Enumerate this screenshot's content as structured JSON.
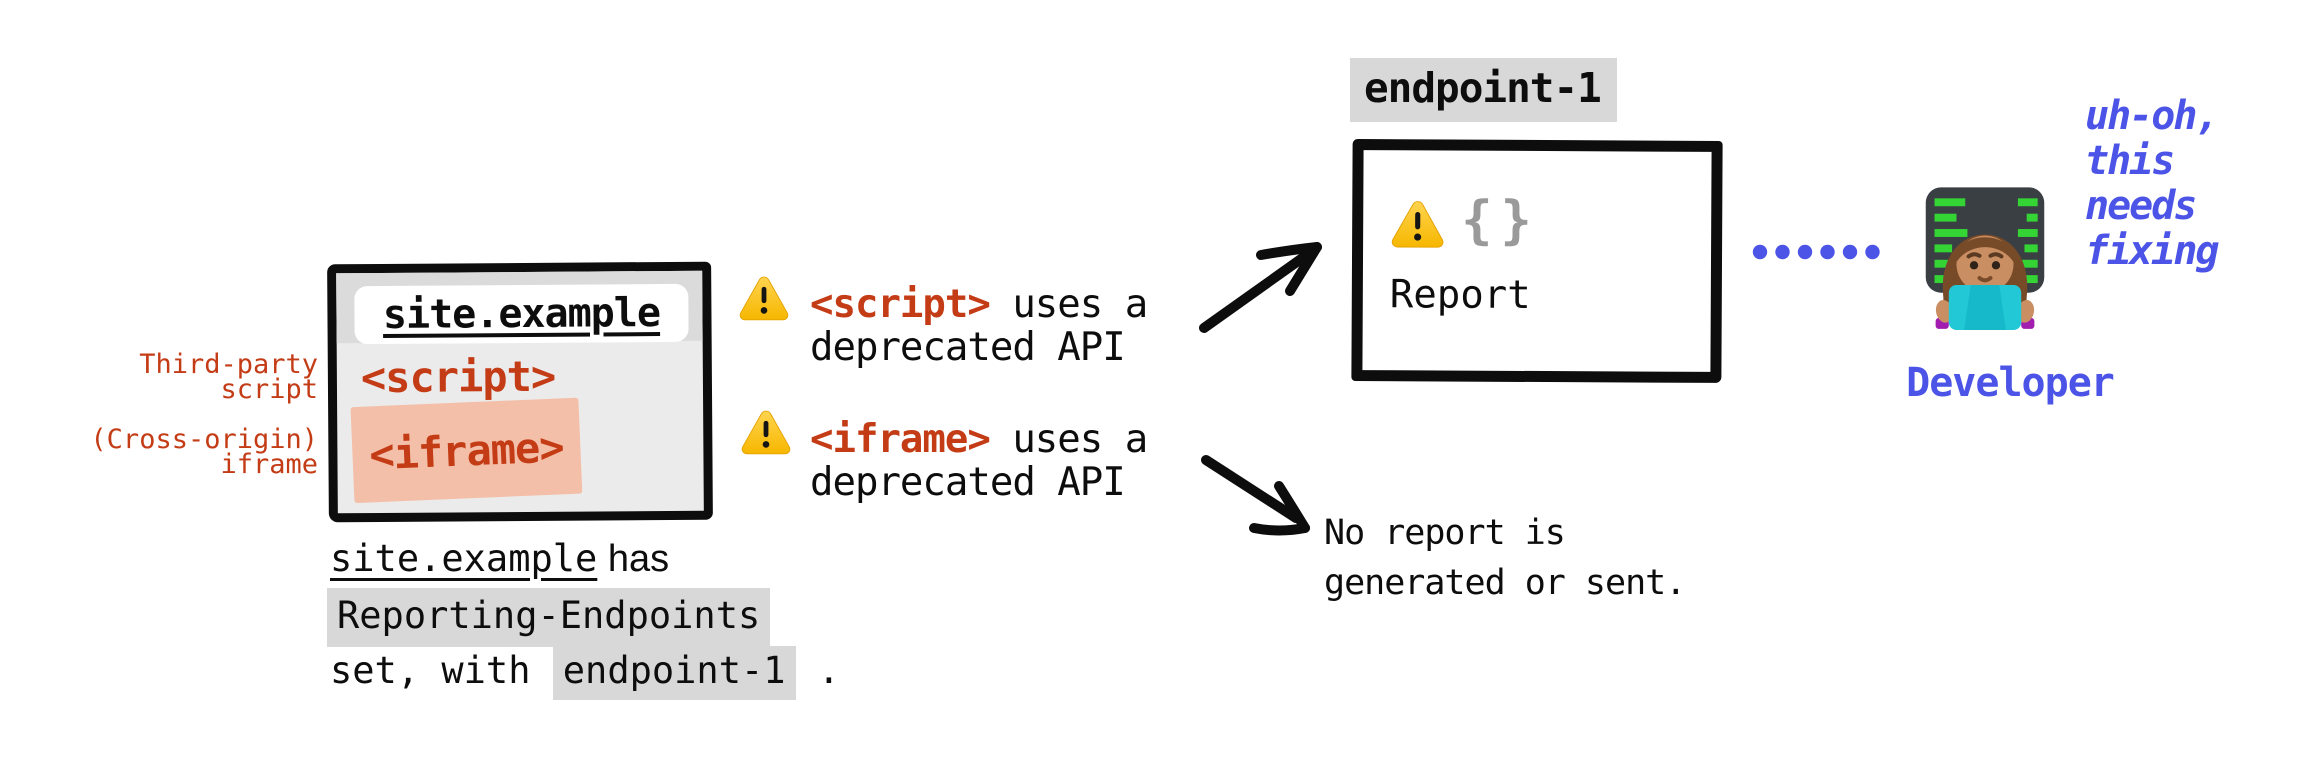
{
  "colors": {
    "red": "#c43c16",
    "salmon_highlight": "#f4bfa8",
    "blue": "#4b54e6",
    "chip_gray": "#d8d8d8",
    "window_gray": "#ecebeb",
    "brace_gray": "#9a9a9a",
    "ink": "#0d0d0d",
    "warning_yellow": "#f6b700"
  },
  "browser": {
    "url": "site.example",
    "script_tag": "<script>",
    "iframe_tag": "<iframe>"
  },
  "side_labels": {
    "script": [
      "Third-party",
      "script"
    ],
    "iframe": [
      "(Cross-origin)",
      "iframe"
    ]
  },
  "warnings": [
    {
      "tag": "<script>",
      "tail": " uses a",
      "line2": "deprecated API"
    },
    {
      "tag": "<iframe>",
      "tail": " uses a",
      "line2": "deprecated API"
    }
  ],
  "endpoint": {
    "label": "endpoint-1",
    "braces": "{}",
    "report": "Report"
  },
  "no_report": {
    "line1": "No report is",
    "line2": "generated or sent."
  },
  "developer": {
    "label": "Developer",
    "thought": [
      "uh-oh,",
      "this",
      "needs",
      "fixing"
    ]
  },
  "caption": {
    "site": "site.example",
    "has": " has",
    "header_chip": "Reporting-Endpoints",
    "set_with": "set, with ",
    "endpoint_chip": "endpoint-1",
    "period": " ."
  }
}
